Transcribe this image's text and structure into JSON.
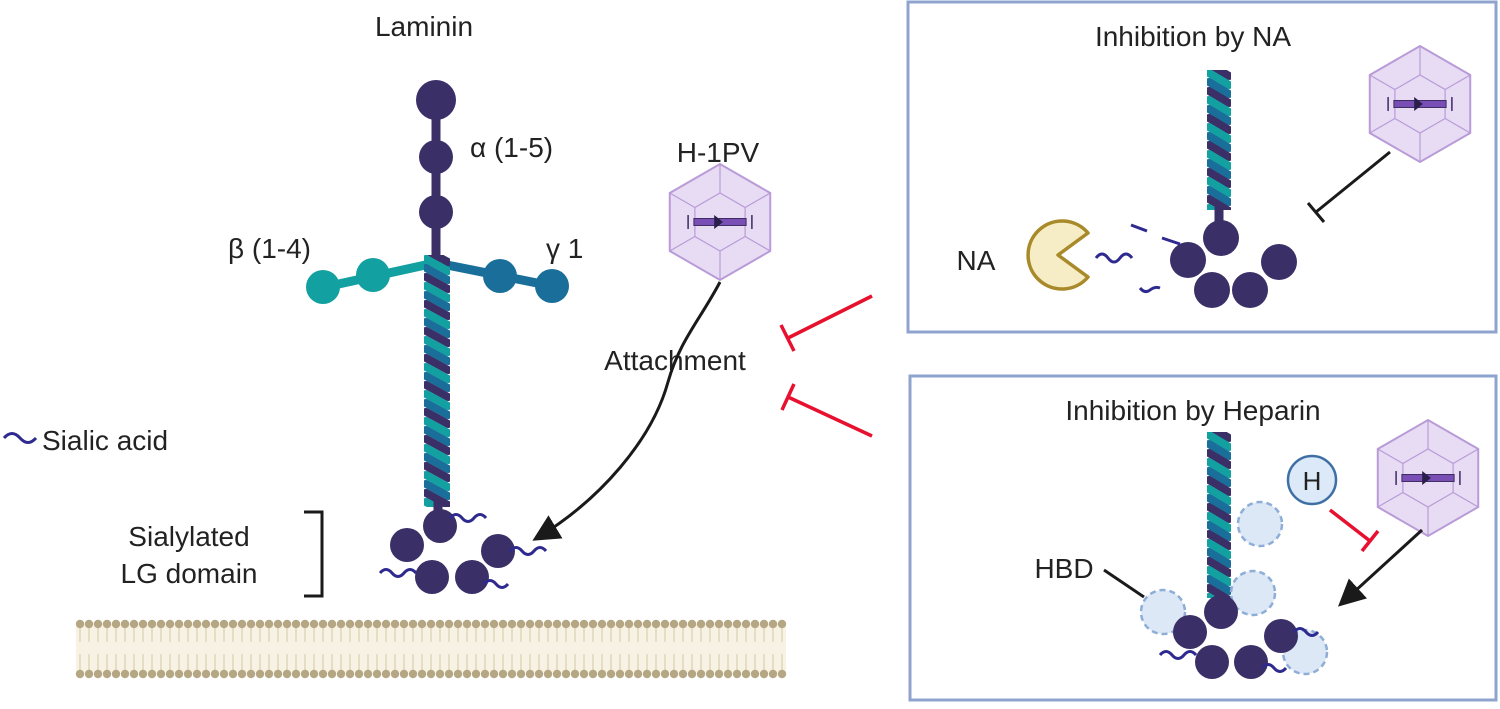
{
  "main": {
    "title": "Laminin",
    "alpha_label": "α (1-5)",
    "beta_label": "β (1-4)",
    "gamma_label": "γ 1",
    "virus_label": "H-1PV",
    "attachment_label": "Attachment",
    "legend_label": "Sialic acid",
    "lg_domain_line1": "Sialylated",
    "lg_domain_line2": "LG domain"
  },
  "panel_na": {
    "title": "Inhibition by NA",
    "enzyme_label": "NA"
  },
  "panel_heparin": {
    "title": "Inhibition by Heparin",
    "heparin_label": "H",
    "hbd_label": "HBD"
  },
  "colors": {
    "laminin_alpha": "#3a2f66",
    "laminin_beta": "#13a0a0",
    "laminin_gamma": "#1a6e9a",
    "sialic_acid": "#2e2a8f",
    "inhibition": "#e8102f",
    "panel_border": "#8fa3cf",
    "virus_fill": "#e7dcf3",
    "virus_stroke": "#b99bd8",
    "membrane_head": "#b5a783",
    "na_fill": "#f6edc6",
    "na_stroke": "#a88a2a",
    "hbd_fill": "#dde8f6",
    "hbd_stroke": "#8eadd7",
    "heparin_fill": "#dbe9f8",
    "heparin_stroke": "#3f6fa5"
  },
  "icons": [
    "virus-capsid-icon",
    "sialic-acid-icon",
    "neuraminidase-icon",
    "heparin-icon",
    "inhibition-icon",
    "arrow-icon"
  ]
}
